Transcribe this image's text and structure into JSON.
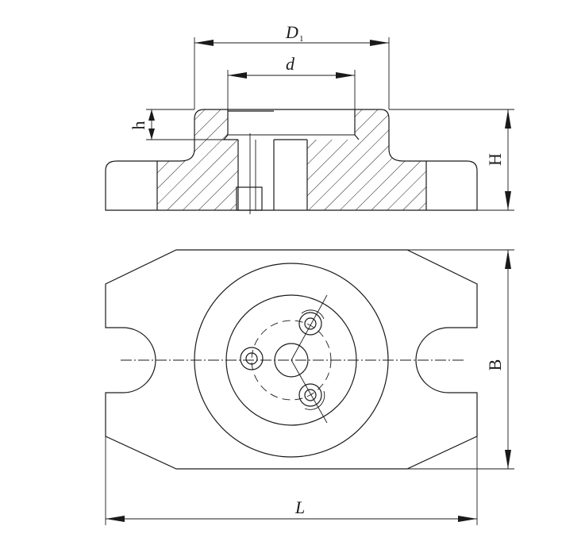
{
  "labels": {
    "D": "D",
    "D_sub": "1",
    "d": "d",
    "h": "h",
    "H": "H",
    "B": "B",
    "L": "L"
  }
}
